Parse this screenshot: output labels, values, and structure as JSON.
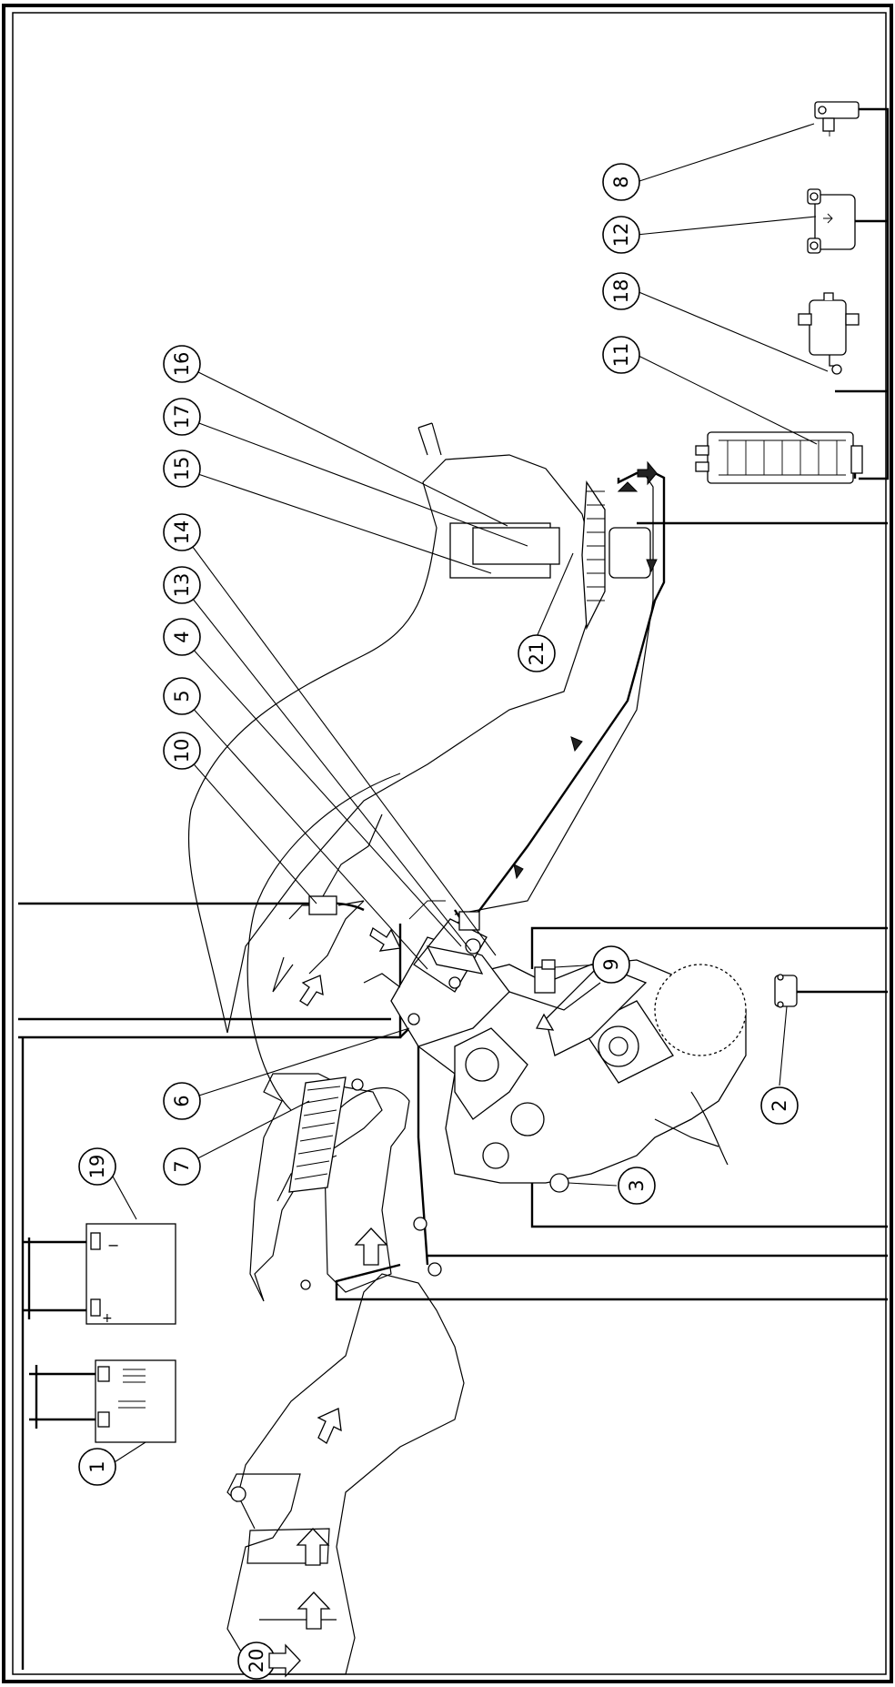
{
  "diagram": {
    "callouts": [
      {
        "id": "c1",
        "label": "1"
      },
      {
        "id": "c2",
        "label": "2"
      },
      {
        "id": "c3",
        "label": "3"
      },
      {
        "id": "c4",
        "label": "4"
      },
      {
        "id": "c5",
        "label": "5"
      },
      {
        "id": "c6",
        "label": "6"
      },
      {
        "id": "c7",
        "label": "7"
      },
      {
        "id": "c8",
        "label": "8"
      },
      {
        "id": "c9",
        "label": "9"
      },
      {
        "id": "c10",
        "label": "10"
      },
      {
        "id": "c11",
        "label": "11"
      },
      {
        "id": "c12",
        "label": "12"
      },
      {
        "id": "c13",
        "label": "13"
      },
      {
        "id": "c14",
        "label": "14"
      },
      {
        "id": "c15",
        "label": "15"
      },
      {
        "id": "c16",
        "label": "16"
      },
      {
        "id": "c17",
        "label": "17"
      },
      {
        "id": "c18",
        "label": "18"
      },
      {
        "id": "c19",
        "label": "19"
      },
      {
        "id": "c20",
        "label": "20"
      },
      {
        "id": "c21",
        "label": "21"
      }
    ],
    "battery_symbols": {
      "plus": "+",
      "minus": "−"
    }
  }
}
